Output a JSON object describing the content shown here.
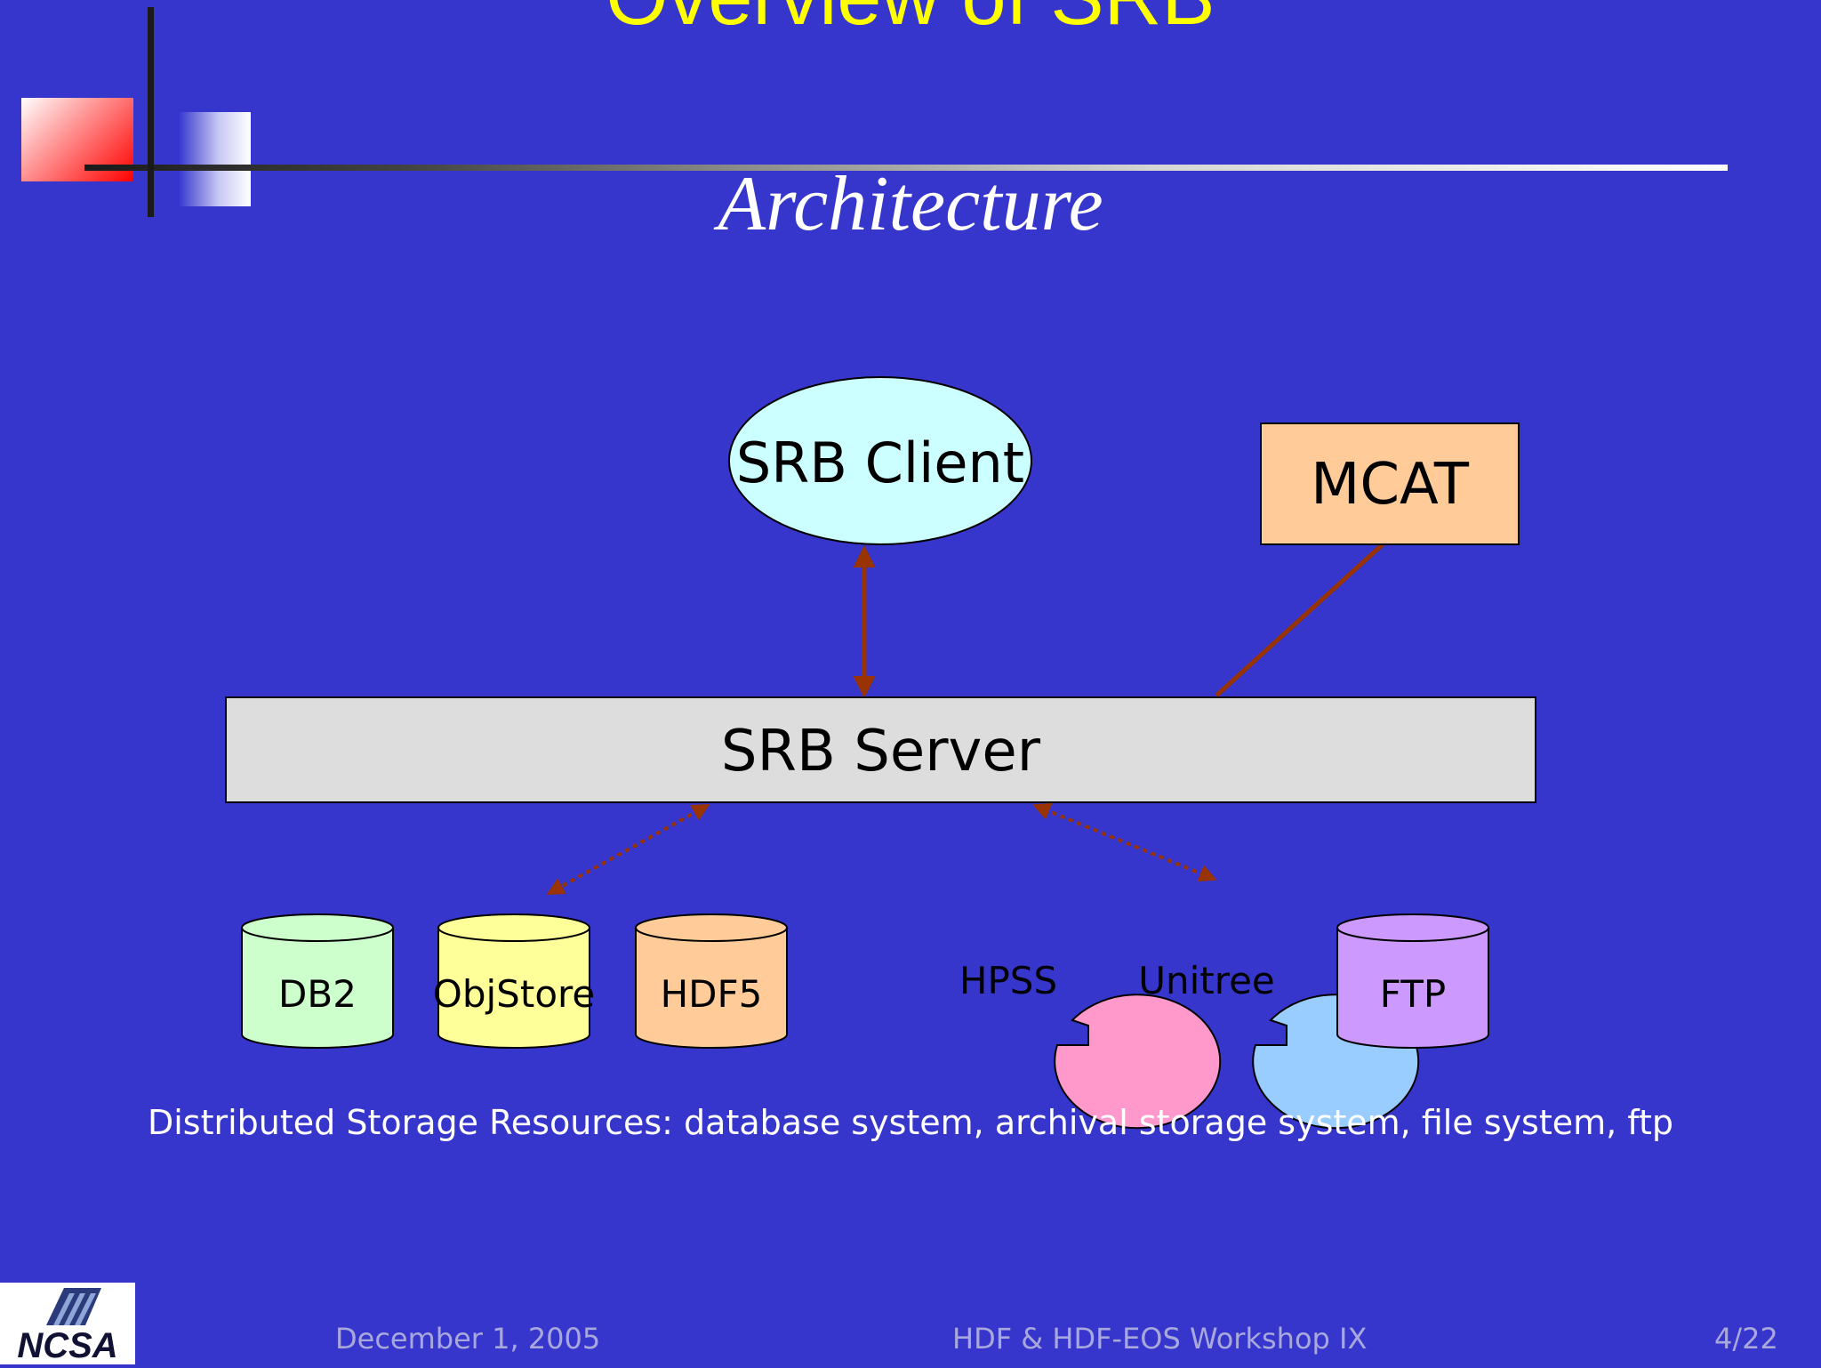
{
  "slide": {
    "title": "Overview of SRB",
    "subtitle": "Architecture"
  },
  "diagram": {
    "client": "SRB Client",
    "mcat": "MCAT",
    "server": "SRB Server",
    "resources": [
      {
        "label": "DB2",
        "shape": "cylinder",
        "color": "#ccffcc"
      },
      {
        "label": "ObjStore",
        "shape": "cylinder",
        "color": "#ffff99"
      },
      {
        "label": "HDF5",
        "shape": "cylinder",
        "color": "#ffcc99"
      },
      {
        "label": "HPSS",
        "shape": "tape",
        "color": "#ff99cc"
      },
      {
        "label": "Unitree",
        "shape": "tape",
        "color": "#99ccff"
      },
      {
        "label": "FTP",
        "shape": "cylinder",
        "color": "#cc99ff"
      }
    ],
    "caption": "Distributed Storage Resources: database system, archival storage system, file system, ftp"
  },
  "colors": {
    "background": "#3636cc",
    "title": "#ffff00",
    "client_fill": "#ccffff",
    "mcat_fill": "#ffcc99",
    "server_fill": "#dddddd",
    "connector": "#993300"
  },
  "footer": {
    "date": "December 1, 2005",
    "event": "HDF & HDF-EOS Workshop IX",
    "page": "4/22",
    "logo_text": "NCSA"
  }
}
